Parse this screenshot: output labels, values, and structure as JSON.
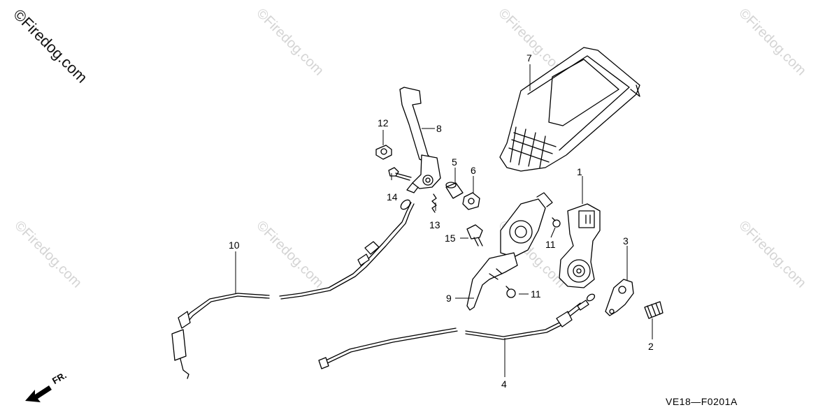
{
  "watermark": "©Firedog.com",
  "footer_code": "VE18—F0201A",
  "direction_label": "FR.",
  "callouts": [
    "1",
    "2",
    "3",
    "4",
    "5",
    "6",
    "7",
    "8",
    "9",
    "10",
    "11",
    "11",
    "12",
    "13",
    "14",
    "15"
  ],
  "colors": {
    "line": "#000000",
    "watermark": "#d4d4d4"
  }
}
